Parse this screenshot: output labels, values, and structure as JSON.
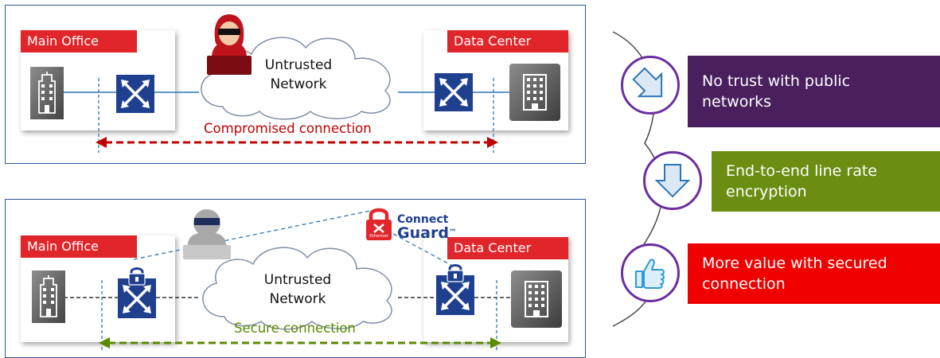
{
  "top_panel": {
    "left_site_label": "Main Office",
    "right_site_label": "Data Center",
    "cloud_line1": "Untrusted",
    "cloud_line2": "Network",
    "connection_label": "Compromised connection",
    "connection_color": "#c00000"
  },
  "bottom_panel": {
    "left_site_label": "Main Office",
    "right_site_label": "Data Center",
    "cloud_line1": "Untrusted",
    "cloud_line2": "Network",
    "connection_label": "Secure connection",
    "connection_color": "#5a8a00",
    "logo_connect": "Connect",
    "logo_guard": "Guard",
    "logo_tm": "™",
    "logo_ethernet": "Ethernet"
  },
  "benefits": [
    {
      "text_line1": "No trust with public",
      "text_line2": "networks",
      "color": "#4a1f5e",
      "icon": "arrow-down-right-icon"
    },
    {
      "text_line1": "End-to-end line rate",
      "text_line2": "encryption",
      "color": "#6b8e12",
      "icon": "arrow-down-icon"
    },
    {
      "text_line1": "More value with secured",
      "text_line2": "connection",
      "color": "#f00000",
      "icon": "thumbs-up-icon"
    }
  ],
  "colors": {
    "panel_border": "#2e5597",
    "site_label_bg": "#e0262b",
    "switch_blue": "#1f3f8f",
    "hacker_red": "#c0141c",
    "hacker_gray": "#9a9a9a",
    "badge_ring": "#6a2fa0"
  }
}
